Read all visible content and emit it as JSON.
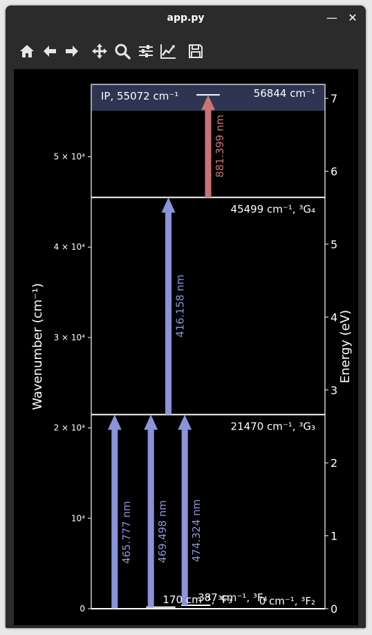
{
  "window": {
    "title": "app.py",
    "minimize_glyph": "—",
    "close_glyph": "✕"
  },
  "toolbar": {
    "buttons": [
      {
        "name": "home-icon",
        "label": "Home"
      },
      {
        "name": "back-icon",
        "label": "Back"
      },
      {
        "name": "forward-icon",
        "label": "Forward"
      },
      {
        "name": "pan-icon",
        "label": "Pan"
      },
      {
        "name": "zoom-icon",
        "label": "Zoom"
      },
      {
        "name": "subplots-icon",
        "label": "Configure subplots"
      },
      {
        "name": "axes-edit-icon",
        "label": "Edit axes"
      },
      {
        "name": "save-icon",
        "label": "Save"
      }
    ]
  },
  "chart_data": {
    "type": "energy-level-diagram",
    "title": "",
    "ylabel_left": "Wavenumber (cm⁻¹)",
    "ylabel_right": "Energy (eV)",
    "ylim_wavenumber": [
      0,
      58000
    ],
    "left_ticks": [
      {
        "value": 0,
        "label": "0"
      },
      {
        "value": 10000,
        "label": "10⁴"
      },
      {
        "value": 20000,
        "label": "2 × 10⁴"
      },
      {
        "value": 30000,
        "label": "3 × 10⁴"
      },
      {
        "value": 40000,
        "label": "4 × 10⁴"
      },
      {
        "value": 50000,
        "label": "5 × 10⁴"
      }
    ],
    "right_ticks_ev": [
      0,
      1,
      2,
      3,
      4,
      5,
      6,
      7
    ],
    "ev_per_wavenumber": 0.00012398,
    "ionization": {
      "value": 55072,
      "label": "IP, 55072 cm⁻¹",
      "color": "#2e3552"
    },
    "levels": [
      {
        "value": 0,
        "label": "0 cm⁻¹, ³F₂",
        "x_from": 0.0,
        "x_to": 1.0
      },
      {
        "value": 170,
        "label": "170 cm⁻¹, ³F₃",
        "x_from": 0.235,
        "x_to": 0.36
      },
      {
        "value": 387,
        "label": "387 cm⁻¹, ³F₄",
        "x_from": 0.385,
        "x_to": 0.51
      },
      {
        "value": 21470,
        "label": "21470 cm⁻¹, ³G₃",
        "x_from": 0.0,
        "x_to": 1.0
      },
      {
        "value": 45499,
        "label": "45499 cm⁻¹, ³G₄",
        "x_from": 0.0,
        "x_to": 1.0
      },
      {
        "value": 56844,
        "label": "56844 cm⁻¹",
        "x_from": 0.45,
        "x_to": 0.55
      }
    ],
    "transitions": [
      {
        "x": 0.1,
        "from": 0,
        "to": 21470,
        "label": "465.777 nm",
        "color": "#8b93db"
      },
      {
        "x": 0.255,
        "from": 170,
        "to": 21470,
        "label": "469.498 nm",
        "color": "#8b93db"
      },
      {
        "x": 0.4,
        "from": 387,
        "to": 21470,
        "label": "474.324 nm",
        "color": "#8b93db"
      },
      {
        "x": 0.33,
        "from": 21470,
        "to": 45499,
        "label": "416.158 nm",
        "color": "#8b93db"
      },
      {
        "x": 0.5,
        "from": 45499,
        "to": 56844,
        "label": "881.399 nm",
        "color": "#c87474"
      }
    ]
  }
}
